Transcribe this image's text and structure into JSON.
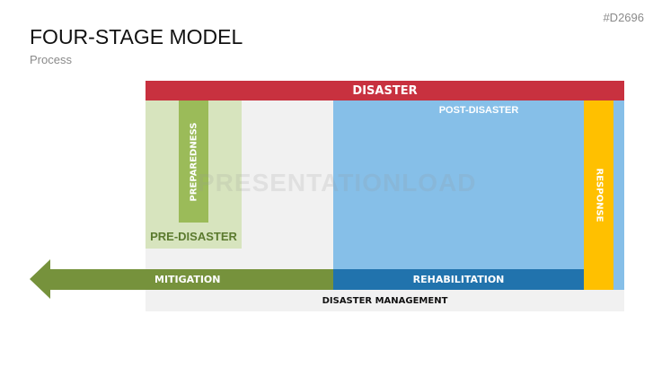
{
  "header": {
    "code": "#D2696",
    "title": "FOUR-STAGE MODEL",
    "subtitle": "Process"
  },
  "diagram": {
    "disaster": "DISASTER",
    "pre_disaster": "PRE-DISASTER",
    "preparedness": "PREPAREDNESS",
    "post_disaster": "POST-DISASTER",
    "response": "RESPONSE",
    "mitigation": "MITIGATION",
    "rehabilitation": "REHABILITATION",
    "management": "DISASTER MANAGEMENT"
  },
  "watermark": "PRESENTATIONLOAD",
  "colors": {
    "disaster": "#c8313f",
    "pre": "#d7e4be",
    "preparedness": "#9bbb59",
    "post": "#86bfe8",
    "response": "#ffc000",
    "rehab": "#2173ad",
    "mitigation": "#76923c"
  }
}
